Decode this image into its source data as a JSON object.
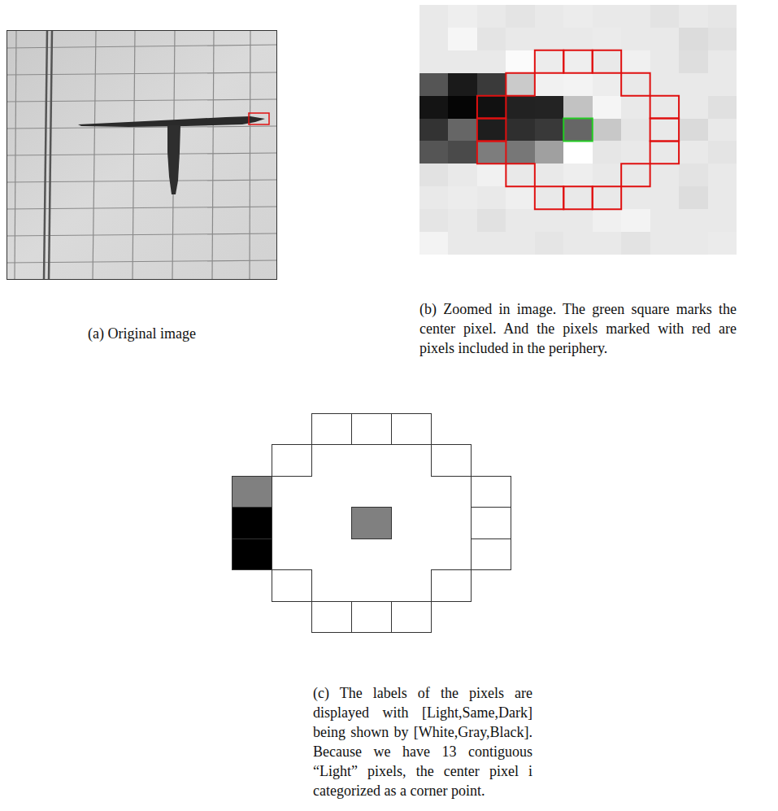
{
  "diagram": {
    "labels": [
      "(a) Original image",
      "(b) Zoomed in image. The green square marks the center pixel. And the pixels marked with red are pixels included in the periphery.",
      "(c) The labels of the pixels are displayed with [Light,Same,Dark] being shown by [White,Gray,Black]. Because we have 13 contiguous “Light” pixels, the center pixel i categorized as a corner point."
    ]
  }
}
